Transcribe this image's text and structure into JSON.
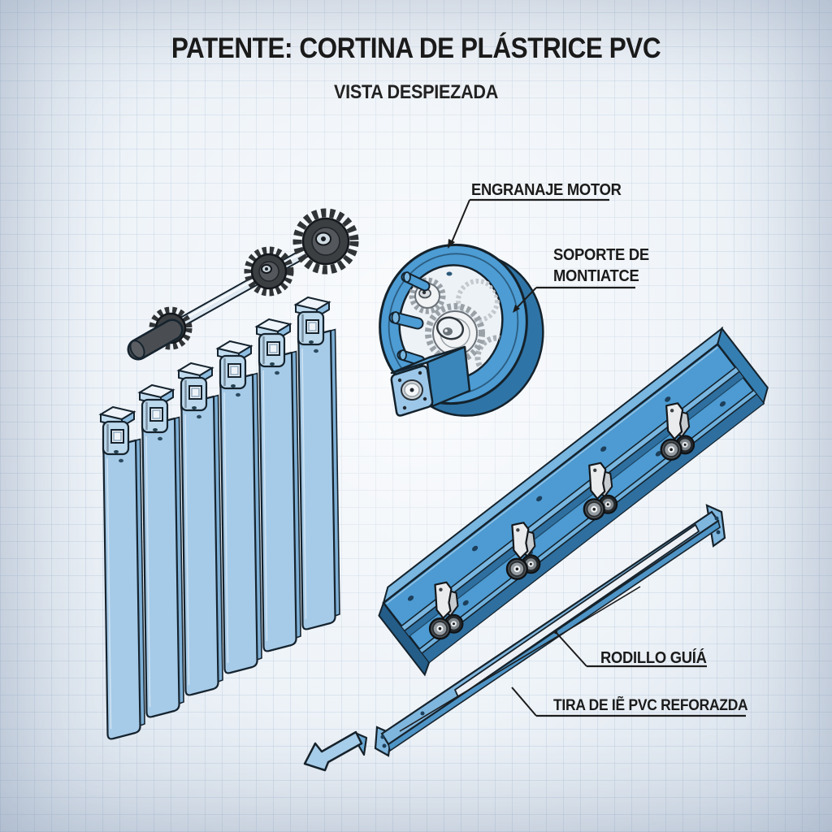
{
  "title": "PATENTE: CORTINA DE PLÁSTRICE PVC",
  "subtitle": "VISTA DESPIEZADA",
  "callouts": {
    "engranaje": {
      "label": "ENGRANAJE MOTOR"
    },
    "soporte": {
      "line1": "SOPORTE DE",
      "line2": "MONTIATCE"
    },
    "rodillo": {
      "label": "RODILLO GUÍÁ"
    },
    "tira": {
      "label": "TIRA DE IẼ PVC REFORAZDA"
    }
  },
  "colors": {
    "part_blue": "#4d9bd2",
    "part_blue_dark": "#2e6f9f",
    "part_blue_light": "#79b6e0",
    "strip_blue": "#a6cbe8",
    "hanger_blue": "#bcd8ec",
    "gear_dark": "#3b3f42",
    "outline": "#15232e",
    "paper": "#edf2f7",
    "label_text": "#1b1b1b",
    "leader_line": "#1c1c1c"
  }
}
